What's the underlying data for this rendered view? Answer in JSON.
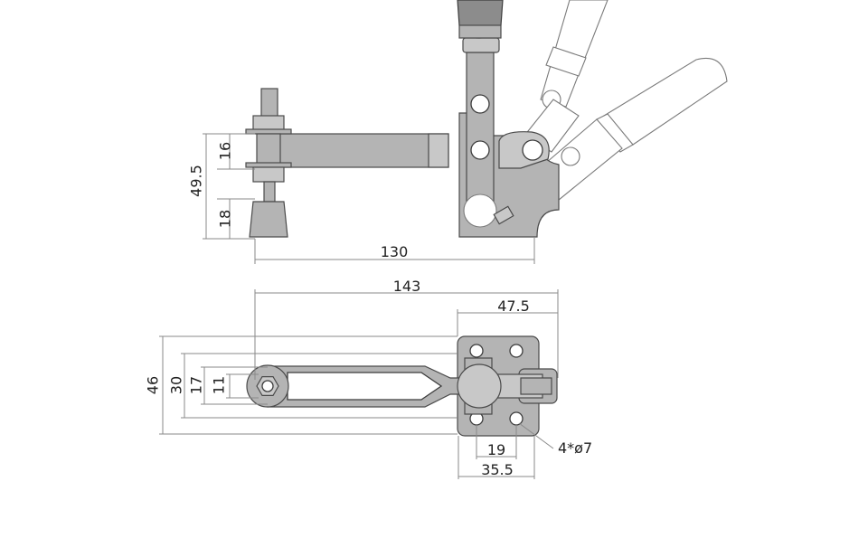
{
  "side_view": {
    "dim_16": "16",
    "dim_49_5": "49.5",
    "dim_18": "18",
    "dim_130": "130"
  },
  "top_view": {
    "dim_143": "143",
    "dim_47_5": "47.5",
    "dim_46": "46",
    "dim_30": "30",
    "dim_17": "17",
    "dim_11": "11",
    "dim_19": "19",
    "dim_35_5": "35.5",
    "hole_callout": "4*ø7"
  }
}
